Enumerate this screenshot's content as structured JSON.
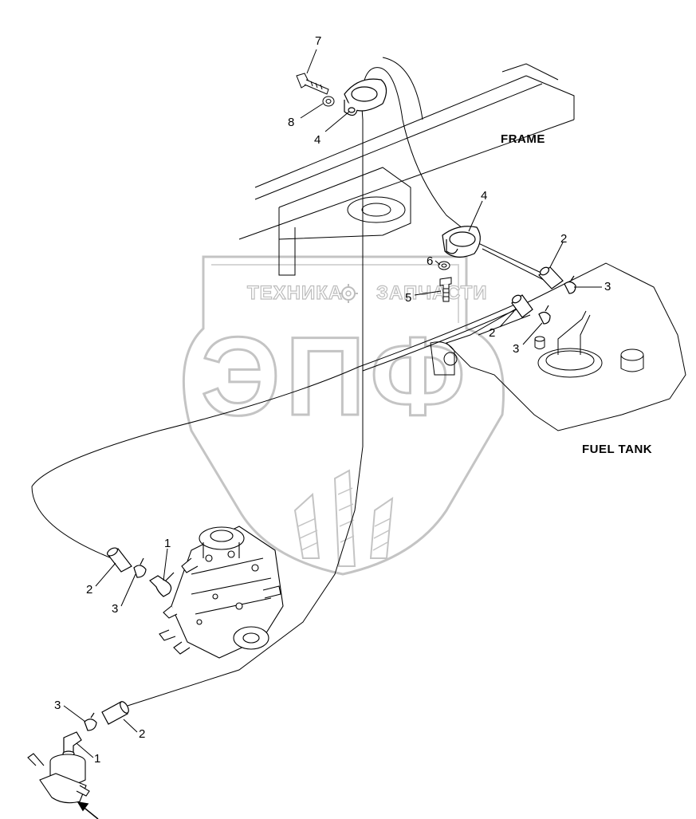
{
  "labels": {
    "frame": "FRAME",
    "fuel_tank": "FUEL TANK"
  },
  "watermark": {
    "main": "ЭПФ",
    "left": "ТЕХНИКА",
    "right": "ЗАПЧАСТИ",
    "color": "#c4c4c4",
    "icon": "gear-icon"
  },
  "callouts": {
    "c7": "7",
    "c8": "8",
    "c4_top": "4",
    "c4_mid": "4",
    "c2_tank_upper": "2",
    "c3_tank_upper": "3",
    "c6": "6",
    "c5": "5",
    "c2_tank_lower": "2",
    "c3_tank_lower": "3",
    "c1_pump": "1",
    "c2_pump": "2",
    "c3_pump": "3",
    "c3_feed": "3",
    "c2_feed": "2",
    "c1_feed": "1"
  },
  "colors": {
    "line": "#000000",
    "watermark": "#c4c4c4",
    "frame_fill": "#ffffff"
  }
}
